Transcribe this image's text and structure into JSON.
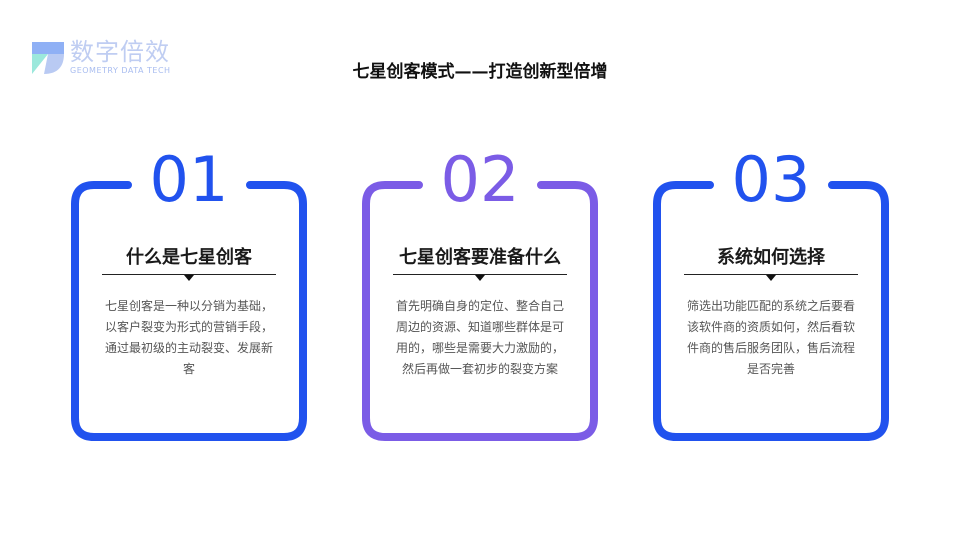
{
  "logo": {
    "name_cn": "数字倍效",
    "name_en": "GEOMETRY DATA TECH"
  },
  "title": "七星创客模式——打造创新型倍增",
  "colors": {
    "blue": "#2152ee",
    "purple": "#7b5ce6",
    "logo": "#bfcdf2"
  },
  "cards": [
    {
      "number": "01",
      "heading": "什么是七星创客",
      "body": "七星创客是一种以分销为基础，以客户裂变为形式的营销手段，通过最初级的主动裂变、发展新客"
    },
    {
      "number": "02",
      "heading": "七星创客要准备什么",
      "body": "首先明确自身的定位、整合自己周边的资源、知道哪些群体是可用的，哪些是需要大力激励的，然后再做一套初步的裂变方案"
    },
    {
      "number": "03",
      "heading": "系统如何选择",
      "body": "筛选出功能匹配的系统之后要看该软件商的资质如何，然后看软件商的售后服务团队，售后流程是否完善"
    }
  ]
}
